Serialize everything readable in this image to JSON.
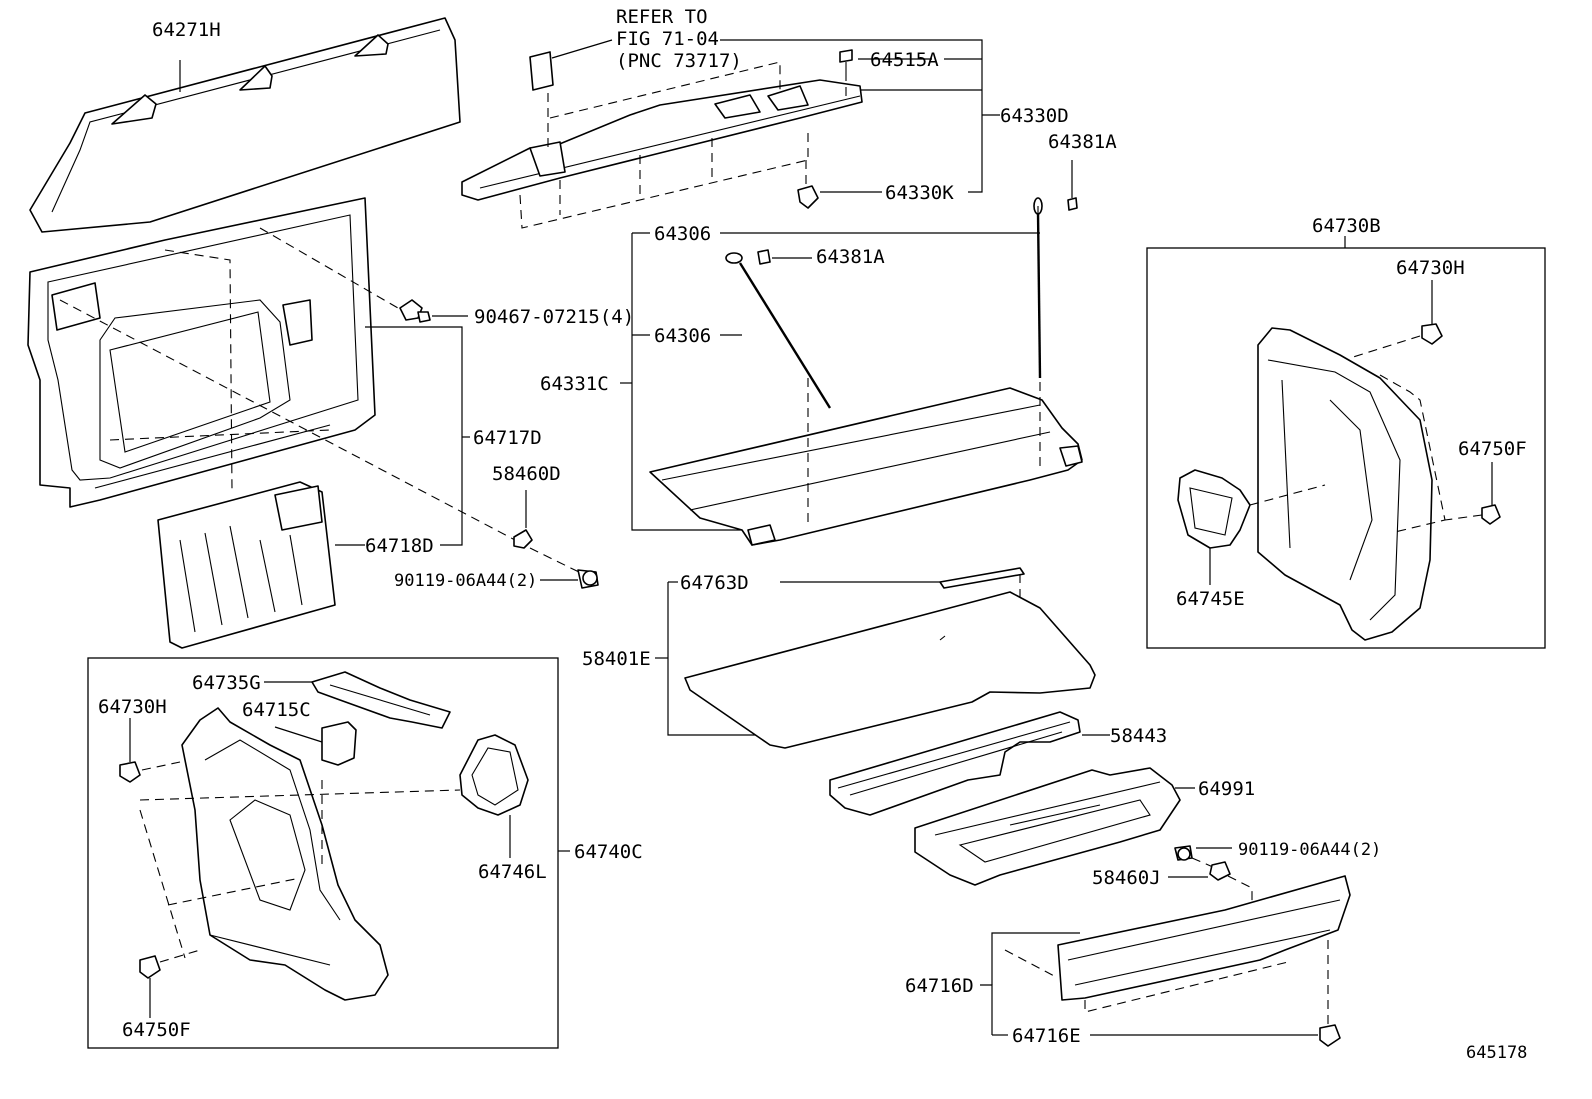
{
  "refer_note": {
    "line1": "REFER TO",
    "line2": "FIG 71-04",
    "line3": "(PNC 73717)"
  },
  "labels": {
    "p64271H": "64271H",
    "p64515A": "64515A",
    "p64330D": "64330D",
    "p64330K": "64330K",
    "p64381A_top": "64381A",
    "p64381A_mid": "64381A",
    "p64306_top": "64306",
    "p64306_mid": "64306",
    "p64331C": "64331C",
    "p90467": "90467-07215(4)",
    "p64717D": "64717D",
    "p58460D": "58460D",
    "p64718D": "64718D",
    "p90119_left": "90119-06A44(2)",
    "p64763D": "64763D",
    "p58401E": "58401E",
    "p58443": "58443",
    "p64991": "64991",
    "p90119_right": "90119-06A44(2)",
    "p58460J": "58460J",
    "p64716D": "64716D",
    "p64716E": "64716E",
    "p64730B": "64730B",
    "p64730H_right": "64730H",
    "p64750F_right": "64750F",
    "p64745E": "64745E",
    "p64735G": "64735G",
    "p64730H_left": "64730H",
    "p64715C": "64715C",
    "p64740C": "64740C",
    "p64746L": "64746L",
    "p64750F_left": "64750F"
  },
  "figure_number": "645178"
}
